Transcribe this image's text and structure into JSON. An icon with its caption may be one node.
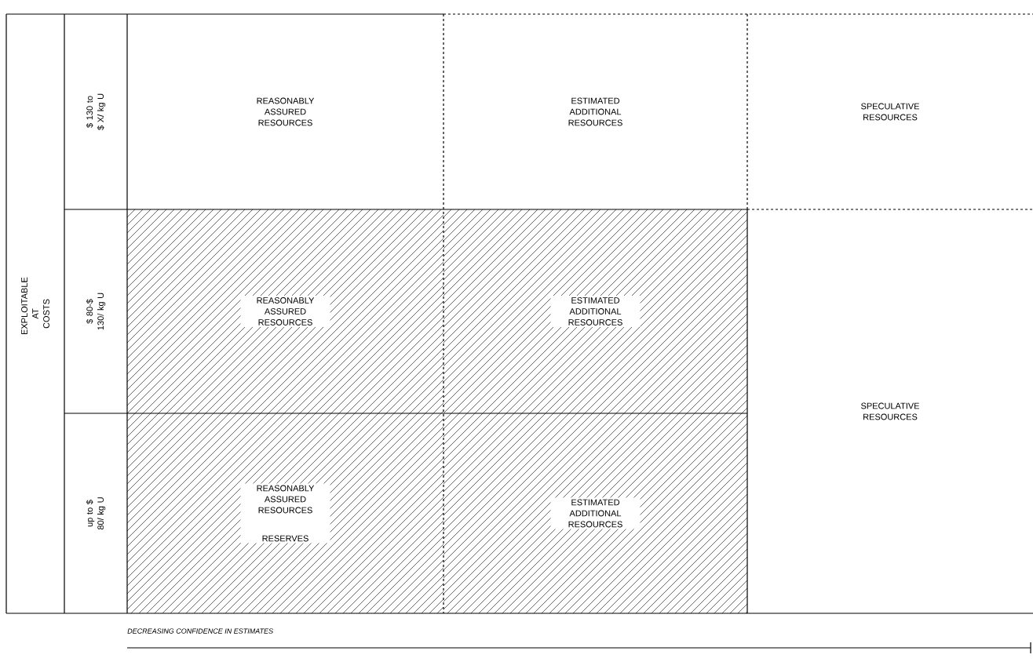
{
  "diagram": {
    "nodes": [
      {
        "text": [
          "EXPLOITABLE AT COSTS"
        ]
      },
      {
        "text": [
          "$ 130 to $ X/ kg U"
        ]
      },
      {
        "text": [
          "$ 80-$ 130/ kg U"
        ]
      },
      {
        "text": [
          "up to $ 80/ kg U"
        ]
      },
      {
        "text": [
          "REASONABLY ASSURED RESOURCES"
        ]
      },
      {
        "text": [
          "ESTIMATED ADDITIONAL RESOURCES"
        ]
      },
      {
        "text": [
          "SPECULATIVE RESOURCES"
        ]
      },
      {
        "text": [
          "REASONABLY ASSURED RESOURCES"
        ]
      },
      {
        "text": [
          "ESTIMATED ADDITIONAL RESOURCES"
        ]
      },
      {
        "text": [
          "SPECULATIVE RESOURCES"
        ]
      },
      {
        "text": [
          "REASONABLY ASSURED RESOURCES",
          "RESERVES"
        ]
      },
      {
        "text": [
          "ESTIMATED ADDITIONAL RESOURCES"
        ]
      }
    ],
    "labels": [
      "DECREASING CONFIDENCE IN ESTIMATES"
    ]
  }
}
